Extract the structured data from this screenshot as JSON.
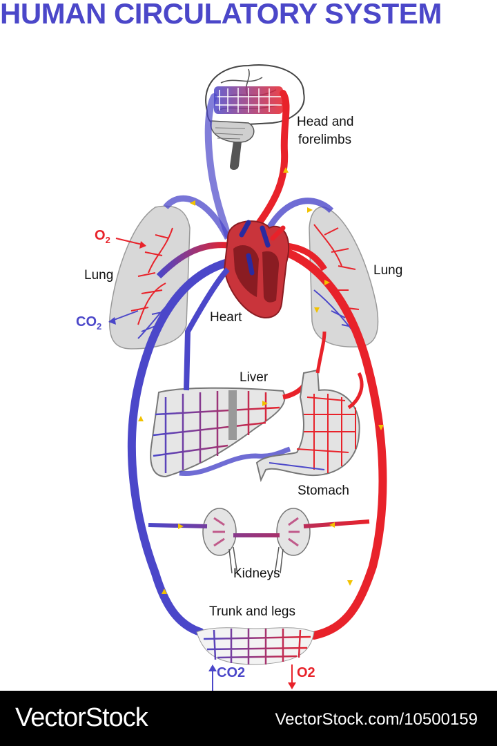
{
  "title": "HUMAN CIRCULATORY SYSTEM",
  "labels": {
    "head": "Head and",
    "head2": "forelimbs",
    "lung_left": "Lung",
    "lung_right": "Lung",
    "heart": "Heart",
    "liver": "Liver",
    "stomach": "Stomach",
    "kidneys": "Kidneys",
    "trunk": "Trunk and legs"
  },
  "gases": {
    "o2_top": "O",
    "o2_top_sub": "2",
    "co2_top": "CO",
    "co2_top_sub": "2",
    "co2_bottom": "CO2",
    "o2_bottom": "O2"
  },
  "footer": {
    "brand": "VectorStock",
    "reference": "VectorStock.com/10500159"
  },
  "colors": {
    "oxygenated": "#e8222a",
    "deoxygenated": "#4b47c9",
    "title": "#4b47c9"
  }
}
